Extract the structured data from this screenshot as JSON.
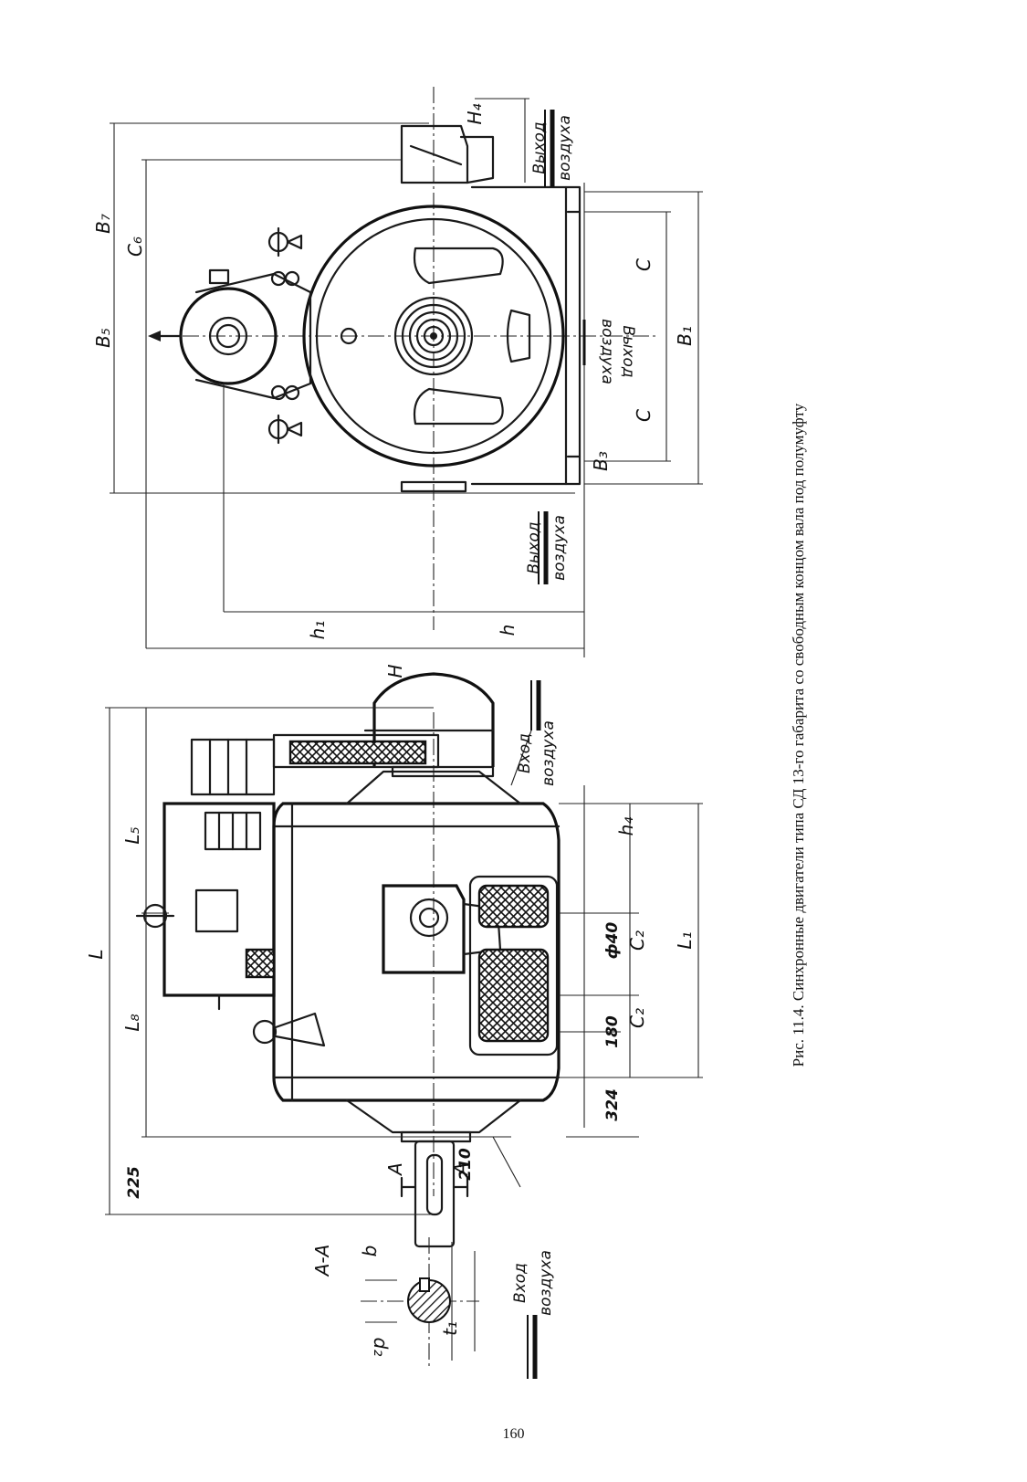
{
  "page": {
    "caption": "Рис. 11.4. Синхронные двигатели типа СД 13-го габарита со свободным концом вала под полумуфту",
    "page_number": "160"
  },
  "front_view": {
    "dim_B7": "B₇",
    "dim_C6": "C₆",
    "dim_B5": "B₅",
    "dim_H4": "H₄",
    "dim_B1": "B₁",
    "dim_B3": "B₃",
    "dim_C_upper": "C",
    "dim_C_lower": "C",
    "dim_h1": "h₁",
    "dim_h": "h",
    "dim_H": "H",
    "air_outlet_top_line1": "Выход",
    "air_outlet_top_line2": "воздуха",
    "air_outlet_mid_line1": "Выход",
    "air_outlet_mid_line2": "воздуха",
    "air_outlet_bottom_line1": "Выход",
    "air_outlet_bottom_line2": "воздуха"
  },
  "side_view": {
    "dim_L": "L",
    "dim_L5": "L₅",
    "dim_L8": "L₈",
    "dim_L1": "L₁",
    "dim_C2_upper": "C₂",
    "dim_C2_lower": "C₂",
    "dim_h4": "h₄",
    "dim_phi40": "ф40",
    "dim_180": "180",
    "dim_324": "324",
    "dim_225": "225",
    "dim_210": "210",
    "section_mark_top": "A",
    "section_mark_bottom": "A",
    "air_inlet_top_line1": "Вход",
    "air_inlet_top_line2": "воздуха",
    "air_inlet_bottom_line1": "Вход",
    "air_inlet_bottom_line2": "воздуха"
  },
  "section_view": {
    "title": "A-A",
    "dim_b": "b",
    "dim_t1": "t₁",
    "dim_d2": "d₂"
  }
}
